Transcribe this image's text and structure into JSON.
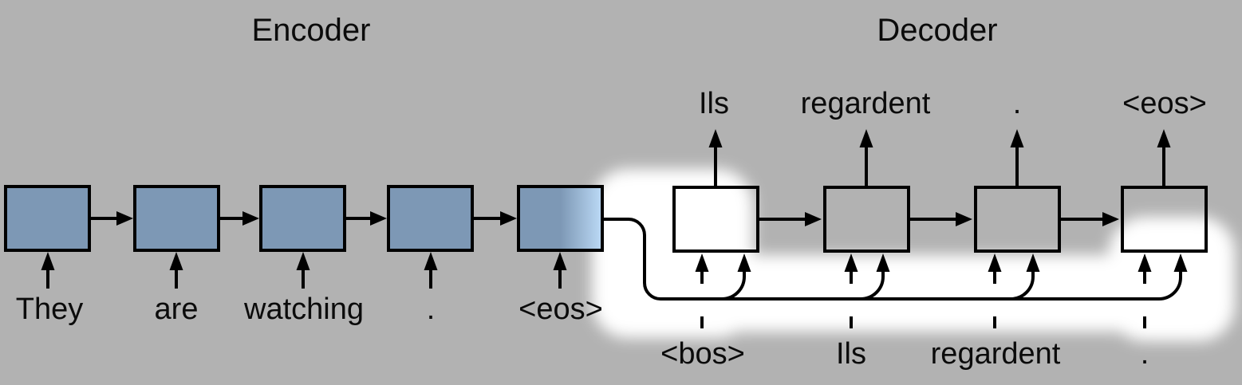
{
  "figure": {
    "type": "seq2seq-architecture",
    "description": "RNN encoder-decoder sequence to sequence translation diagram"
  },
  "colors": {
    "background": "#b2b2b2",
    "encoder_cell": "#7d98b5",
    "encoder_cell_fade": "#bcdaf6",
    "decoder_highlight": "#ffffff",
    "line": "#000000",
    "text": "#0b0b0b"
  },
  "encoder": {
    "title": "Encoder",
    "inputs": [
      "They",
      "are",
      "watching",
      ".",
      "<eos>"
    ]
  },
  "decoder": {
    "title": "Decoder",
    "outputs": [
      "Ils",
      "regardent",
      ".",
      "<eos>"
    ],
    "inputs": [
      "<bos>",
      "Ils",
      "regardent",
      "."
    ]
  }
}
